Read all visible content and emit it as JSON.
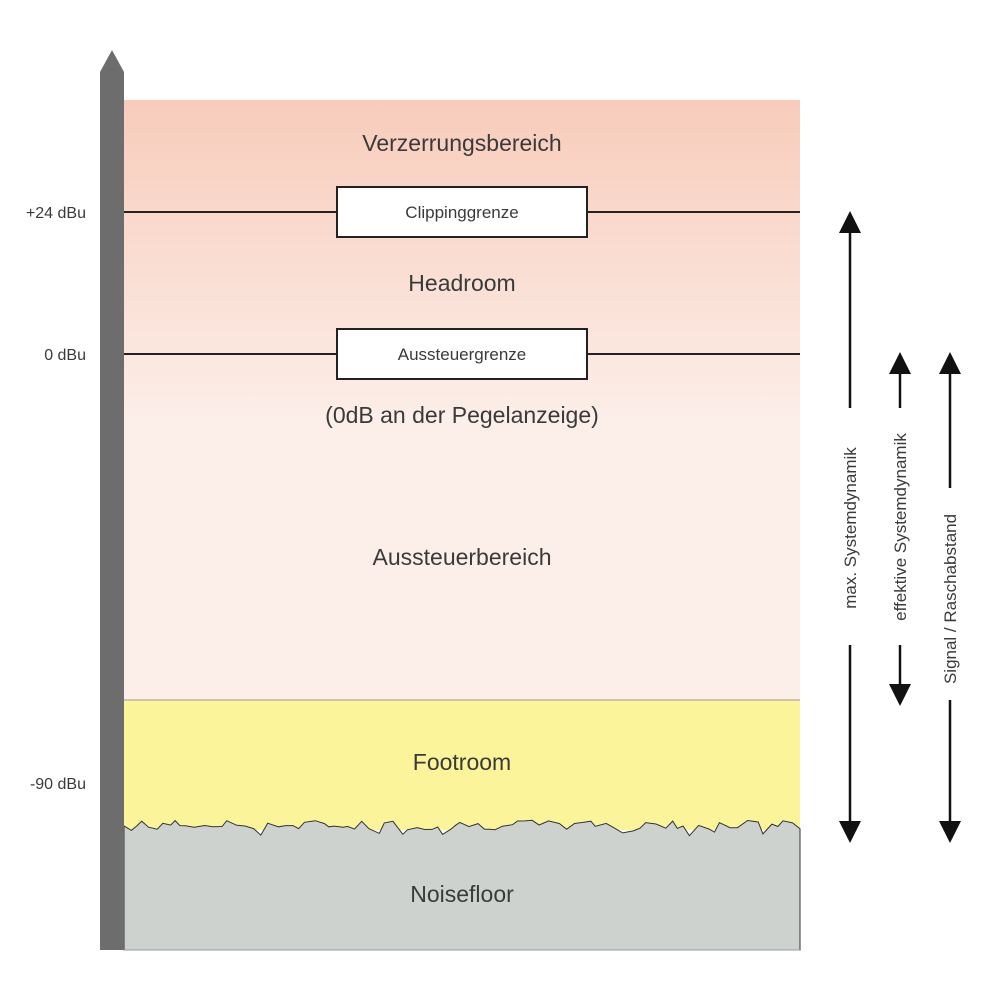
{
  "regions": {
    "distortion": "Verzerrungsbereich",
    "headroom": "Headroom",
    "note": "(0dB an der Pegelanzeige)",
    "operating": "Aussteuerbereich",
    "footroom": "Footroom",
    "noisefloor": "Noisefloor"
  },
  "levels": {
    "clip": {
      "value": "+24 dBu",
      "box": "Clippinggrenze"
    },
    "ref": {
      "value": "0 dBu",
      "box": "Aussteuergrenze"
    },
    "low": {
      "value": "-90 dBu"
    }
  },
  "dimensions": {
    "max": "max. Systemdynamik",
    "effective": "effektive Systemdynamik",
    "snr": "Signal / Raschabstand"
  },
  "colors": {
    "top": "#f8ccbb",
    "middle": "#fcefea",
    "footroom": "#fbf49a",
    "noisefloor": "#ced2cf",
    "axis": "#6d6d6d",
    "lines": "#222222",
    "text": "#3a3a3a"
  }
}
